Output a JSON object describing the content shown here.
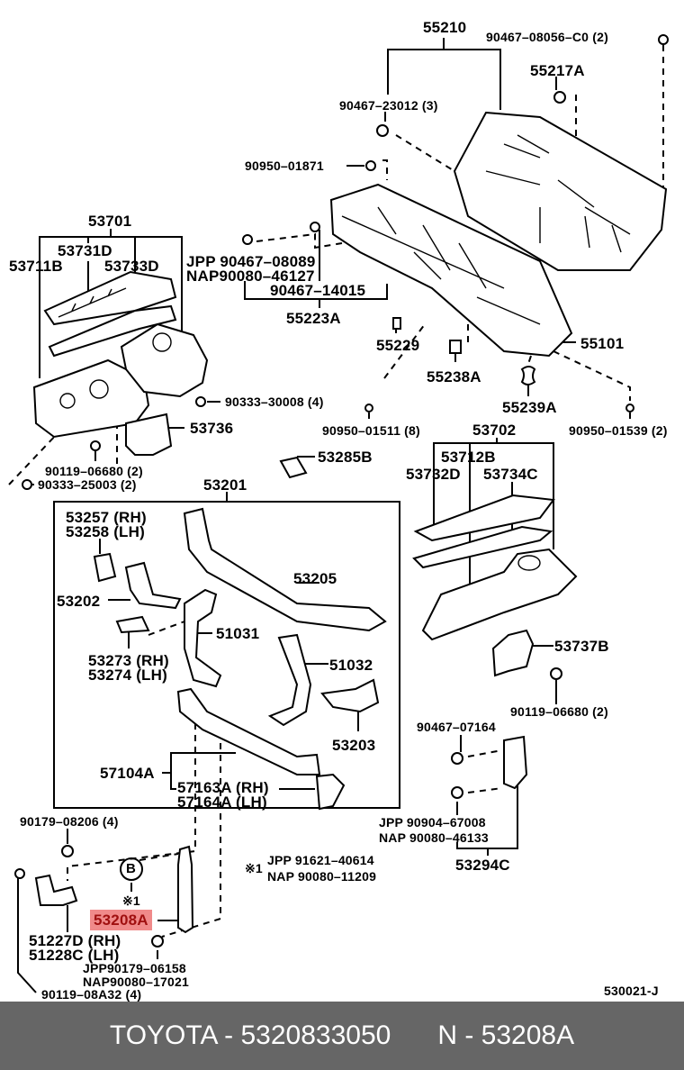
{
  "diagram": {
    "reference_code": "530021-J",
    "labels": {
      "p55210": "55210",
      "p90467_08056": "90467–08056–C0 (2)",
      "p55217A": "55217A",
      "p90467_23012": "90467–23012 (3)",
      "p90950_01871": "90950–01871",
      "p53701": "53701",
      "p53731D": "53731D",
      "p53711B": "53711B",
      "p53733D": "53733D",
      "jpp_90467_08089": "JPP 90467–08089",
      "nap_90080_46127": "NAP90080–46127",
      "p90467_14015": "90467–14015",
      "p55223A": "55223A",
      "p55229": "55229",
      "p55101": "55101",
      "p55238A": "55238A",
      "p55239A": "55239A",
      "p90333_30008": "90333–30008 (4)",
      "p53736": "53736",
      "p90950_01511": "90950–01511 (8)",
      "p53702": "53702",
      "p90950_01539": "90950–01539 (2)",
      "p90119_06680_left": "90119–06680 (2)",
      "p90333_25003": "90333–25003 (2)",
      "p53285B": "53285B",
      "p53712B": "53712B",
      "p53732D": "53732D",
      "p53734C": "53734C",
      "p53201": "53201",
      "p53257": "53257 (RH)",
      "p53258": "53258 (LH)",
      "p53205": "53205",
      "p53202": "53202",
      "p51031": "51031",
      "p53273": "53273 (RH)",
      "p53274": "53274 (LH)",
      "p51032": "51032",
      "p53737B": "53737B",
      "p90119_06680_right": "90119–06680 (2)",
      "p53203": "53203",
      "p90467_07164": "90467–07164",
      "p57104A": "57104A",
      "p57163A": "57163A (RH)",
      "p57164A": "57164A (LH)",
      "jpp_90904_67008": "JPP 90904–67008",
      "nap_90080_46133": "NAP 90080–46133",
      "p53294C": "53294C",
      "p90179_08206": "90179–08206 (4)",
      "callout_B": "B",
      "note_mark": "※1",
      "note_jpp": "JPP  91621–40614",
      "note_nap": "NAP  90080–11209",
      "note_prefix": "※1",
      "p53208A": "53208A",
      "p51227D": "51227D (RH)",
      "p51228C": "51228C (LH)",
      "jpp_90179_06158": "JPP90179–06158",
      "nap_90080_17021": "NAP90080–17021",
      "p90119_08A32": "90119–08A32 (4)"
    },
    "highlighted_part": "53208A",
    "highlight_color": "#f08a8a"
  },
  "footer": {
    "brand_part": "TOYOTA - 5320833050",
    "ref_part": "N - 53208A",
    "background": "#666666"
  }
}
